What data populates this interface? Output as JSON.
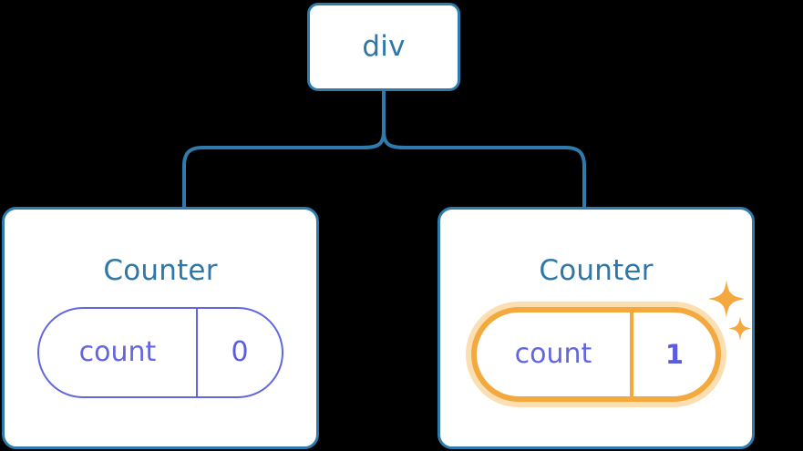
{
  "diagram": {
    "type": "component-tree",
    "background_color": "#000000",
    "node_border_color": "#2E7BAC",
    "connector_color": "#2E7BAC",
    "title_color": "#2E77A6",
    "state_color": "#6366E0",
    "highlight_color": "#F4A93F",
    "highlight_glow_color": "#FBDFB3",
    "root": {
      "label": "div"
    },
    "children": [
      {
        "label": "Counter",
        "state": {
          "name": "count",
          "value": "0"
        },
        "highlighted": false
      },
      {
        "label": "Counter",
        "state": {
          "name": "count",
          "value": "1"
        },
        "highlighted": true,
        "sparkles": 2
      }
    ]
  }
}
